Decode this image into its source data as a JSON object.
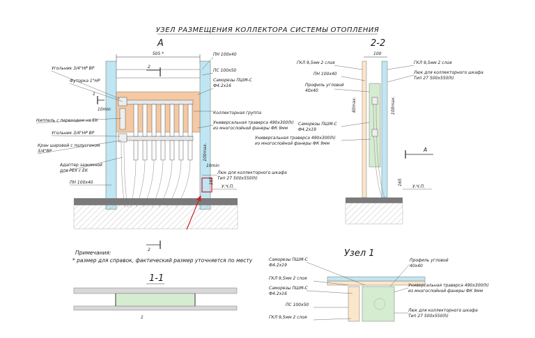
{
  "title": "УЗЕЛ РАЗМЕЩЕНИЯ КОЛЛЕКТОРА СИСТЕМЫ ОТОПЛЕНИЯ",
  "view_a": {
    "label": "А",
    "dim_width": "505 *",
    "labels_left": {
      "ugolnik1": "Угольник 3/4\"НР ВР",
      "futorka": "Футорка 1\"НР",
      "nippel": "Ниппель с переходом на ЕК",
      "ugolnik2": "Угольник 3/4\"НР ВР",
      "kran": "Кран шаровой с полусгоном",
      "kran2": "3/4\"ВР",
      "adapter": "Адаптер зажимной",
      "adapter2": "для PEX с ЕК",
      "pn": "ПН 100х40"
    },
    "labels_right": {
      "pn": "ПН 100х40",
      "ps": "ПС 100х50",
      "samorezy": "Саморезы ПШМ-С",
      "samorezy2": "Ф4.2х16",
      "kollektor": "Коллекторная группа",
      "travers": "Универсальная траверса 490х300(h)",
      "travers2": "из многослойной фанеры ФК 9мм",
      "lyuk": "Люк для коллекторного шкафа",
      "lyuk2": "Тип 27 500х550(h)",
      "uchp": "У.Ч.П."
    },
    "dims": {
      "min10a": "10min",
      "max100": "100max.",
      "min10b": "10min",
      "d165": "165",
      "cut2": "2",
      "cut1": "1"
    }
  },
  "view_22": {
    "label": "2-2",
    "dim_width": "100",
    "labels": {
      "gkl1": "ГКЛ 9,5мм 2 слоя",
      "pn": "ПН 100х40",
      "profil": "Профиль угловой",
      "profil2": "40х40",
      "samorezy": "Саморезы ПШМ-С",
      "samorezy2": "Ф4.2х19",
      "travers": "Универсальная траверса 490х300(h)",
      "travers2": "из многослойной фанеры ФК 9мм",
      "gkl2": "ГКЛ 9,5мм 2 слоя",
      "lyuk": "Люк для коллекторного шкафа",
      "lyuk2": "Тип 27 500х550(h)",
      "uchp": "У.Ч.П.",
      "a": "А"
    },
    "dims": {
      "max80": "80max.",
      "max100": "100max.",
      "d165": "165"
    }
  },
  "notes": {
    "header": "Примечания:",
    "line1": "* размер для справок, фактический размер уточняется по месту"
  },
  "view_11": {
    "label": "1-1",
    "mark": "1"
  },
  "node1": {
    "label": "Узел 1",
    "labels": {
      "samorezy": "Саморезы ПШМ-С",
      "samorezy2": "Ф4.2х19",
      "gkl1": "ГКЛ 9,5мм 2 слоя",
      "samorezyb": "Саморезы ПШМ-С",
      "samorezyb2": "Ф4.2х16",
      "ps": "ПС 100х50",
      "gkl2": "ГКЛ 9,5мм 2 слоя",
      "profil": "Профиль угловой",
      "profil2": "40х40",
      "travers": "Универсальная траверса 490х300(h)",
      "travers2": "из многослойной фанеры ФК 9мм",
      "lyuk": "Люк для коллекторного шкафа",
      "lyuk2": "Тип 27 500х550(h)"
    }
  },
  "colors": {
    "wall": "#bfe6f2",
    "panel": "#f5c9a3",
    "board": "#d5ecd0",
    "arrow": "#d21f2b"
  }
}
